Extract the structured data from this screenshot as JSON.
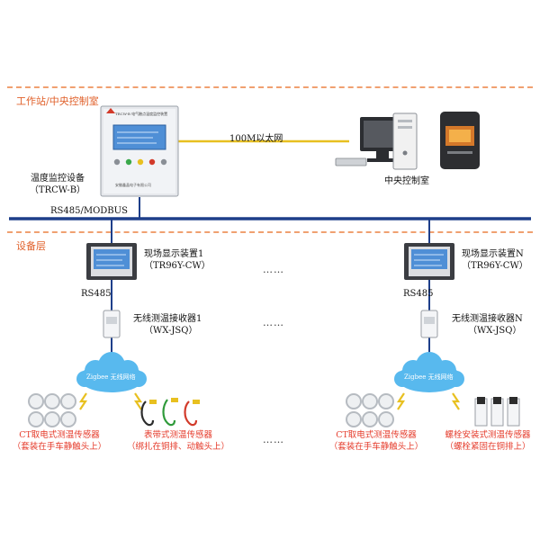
{
  "sections": {
    "top": "工作站/中央控制室",
    "field": "设备层"
  },
  "device": {
    "name": "温度监控设备",
    "model": "（TRCW-B）",
    "screen_title": "TRCW-B 电气触点温度监控装置",
    "maker": "安徽鑫晶电子有限公司"
  },
  "network": {
    "ethernet": "100M以太网",
    "bus": "RS485/MODBUS"
  },
  "control_room": {
    "label": "中央控制室"
  },
  "groups": [
    {
      "display_name": "现场显示装置1",
      "display_model": "（TR96Y-CW）",
      "link": "RS485",
      "receiver_name": "无线测温接收器1",
      "receiver_model": "（WX-JSQ）",
      "zigbee": "Zigbee 无线网络",
      "sensor_a_name": "CT取电式测温传感器",
      "sensor_a_note": "（套装在手车静触头上）",
      "sensor_b_name": "表带式测温传感器",
      "sensor_b_note": "（绑扎在铜排、动触头上）"
    },
    {
      "display_name": "现场显示装置N",
      "display_model": "（TR96Y-CW）",
      "link": "RS485",
      "receiver_name": "无线测温接收器N",
      "receiver_model": "（WX-JSQ）",
      "zigbee": "Zigbee 无线网络",
      "sensor_a_name": "CT取电式测温传感器",
      "sensor_a_note": "（套装在手车静触头上）",
      "sensor_b_name": "螺栓安装式测温传感器",
      "sensor_b_note": "（螺栓紧固在铜排上）"
    }
  ],
  "ellipsis": "……",
  "colors": {
    "bus": "#1e3f8a",
    "link": "#1e3f8a",
    "ethernet": "#e8c020",
    "dash": "#f0a070",
    "section_text": "#e0602a",
    "sensor_text": "#e53b2b",
    "screen": "#4f8fd6"
  }
}
